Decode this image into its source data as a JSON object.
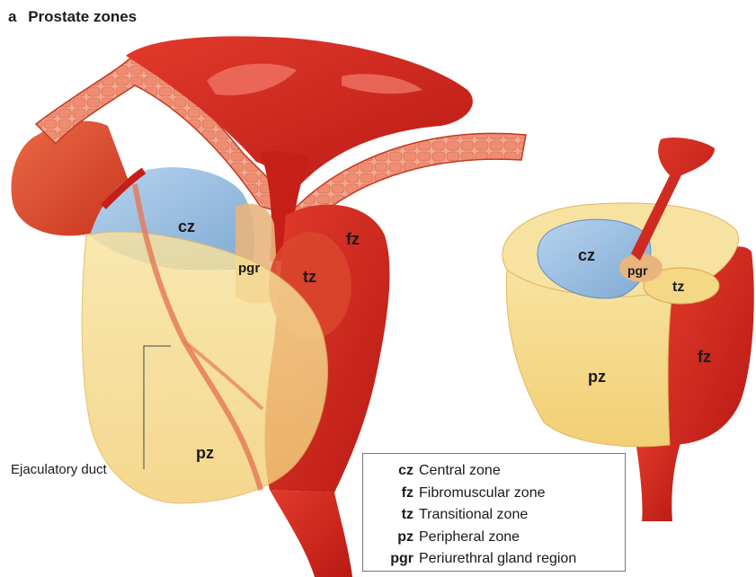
{
  "panel": {
    "letter": "a",
    "title": "Prostate zones"
  },
  "left_labels": {
    "cz": "cz",
    "pgr": "pgr",
    "tz": "tz",
    "fz": "fz",
    "pz": "pz"
  },
  "right_labels": {
    "cz": "cz",
    "pgr": "pgr",
    "tz": "tz",
    "fz": "fz",
    "pz": "pz"
  },
  "callout": "Ejaculatory duct",
  "legend": [
    {
      "abbr": "cz",
      "desc": "Central zone"
    },
    {
      "abbr": "fz",
      "desc": "Fibromuscular zone"
    },
    {
      "abbr": "tz",
      "desc": "Transitional zone"
    },
    {
      "abbr": "pz",
      "desc": "Peripheral zone"
    },
    {
      "abbr": "pgr",
      "desc": "Periurethral gland region"
    }
  ],
  "colors": {
    "muscle_red": "#d7261e",
    "dark_red": "#a81812",
    "orange_red": "#e0502e",
    "central_zone_blue": "#9dc1e2",
    "peripheral_zone_yellow": "#f6dc8c",
    "transitional_zone": "#d9452c",
    "pgr_tan": "#e8b57e"
  }
}
